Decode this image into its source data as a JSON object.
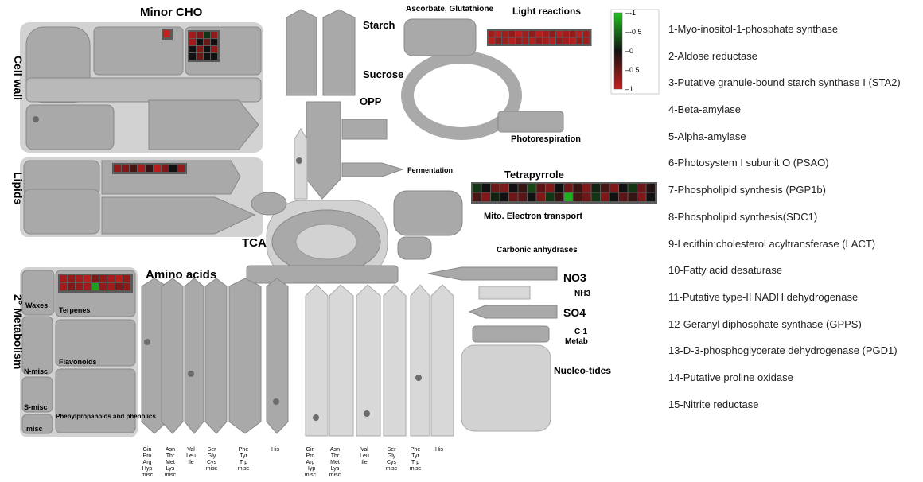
{
  "labels": {
    "minor_cho": "Minor CHO",
    "cell_wall": "Cell wall",
    "lipids": "Lipids",
    "secondary_metabolism": "2° Metabolism",
    "starch": "Starch",
    "sucrose": "Sucrose",
    "opp": "OPP",
    "ascorbate": "Ascorbate, Glutathione",
    "light_reactions": "Light reactions",
    "photorespiration": "Photorespiration",
    "tetrapyrrole": "Tetrapyrrole",
    "mito_electron_transport": "Mito. Electron transport",
    "fermentation": "Fermentation",
    "tca": "TCA",
    "carbonic_anhydrases": "Carbonic anhydrases",
    "amino_acids": "Amino acids",
    "waxes": "Waxes",
    "terpenes": "Terpenes",
    "flavonoids": "Flavonoids",
    "n_misc": "N-misc",
    "s_misc": "S-misc",
    "misc": "misc",
    "phenylpropanoids": "Phenylpropanoids and phenolics",
    "no3": "NO3",
    "nh3": "NH3",
    "so4": "SO4",
    "c1": "C-1",
    "metab": "Metab",
    "nucleotides": "Nucleo-tides"
  },
  "legend": {
    "ticks": [
      "-1",
      "-0.5",
      "0",
      "0.5",
      "1"
    ],
    "colors": {
      "low": "#1ec41e",
      "mid": "#111111",
      "high": "#c81e1e"
    }
  },
  "aa_columns": [
    "Gin Pro Arg Hyp misc",
    "Asn Thr Met Lys misc",
    "Val Leu Ile",
    "Ser Gly Cys misc",
    "Phe Tyr Trp misc",
    "His"
  ],
  "genes": [
    "1-Myo-inositol-1-phosphate synthase",
    "2-Aldose reductase",
    "3-Putative granule-bound starch synthase I (STA2)",
    "4-Beta-amylase",
    "5-Alpha-amylase",
    "6-Photosystem I subunit O (PSAO)",
    "7-Phospholipid synthesis (PGP1b)",
    "8-Phospholipid synthesis(SDC1)",
    "9-Lecithin:cholesterol acyltransferase (LACT)",
    "10-Fatty acid desaturase",
    "11-Putative type-II NADH dehydrogenase",
    "12-Geranyl diphosphate synthase (GPPS)",
    "13-D-3-phosphoglycerate dehydrogenase (PGD1)",
    "14-Putative proline oxidase",
    "15-Nitrite reductase"
  ],
  "heat_blocks": [
    {
      "name": "minor-cho-1",
      "cols": 1,
      "values": [
        1
      ]
    },
    {
      "name": "minor-cho-2",
      "cols": 4,
      "values": [
        0.8,
        0.6,
        -0.2,
        0.7,
        0.8,
        0.0,
        0.5,
        0.0,
        0.0,
        0.6,
        0.0,
        0.7,
        0.0,
        0.5,
        0.0,
        0.0
      ]
    },
    {
      "name": "lipids-block",
      "cols": 9,
      "values": [
        0.7,
        0.6,
        0.3,
        0.8,
        0.2,
        0.9,
        0.6,
        0.0,
        0.7
      ]
    },
    {
      "name": "terpenes",
      "cols": 9,
      "values": [
        0.8,
        0.7,
        0.8,
        0.9,
        0.6,
        0.7,
        0.8,
        0.9,
        0.7,
        0.8,
        0.6,
        0.7,
        0.8,
        -0.8,
        0.7,
        0.8,
        0.6,
        0.7
      ]
    },
    {
      "name": "light-reactions",
      "cols": 15,
      "values": [
        0.8,
        0.9,
        0.8,
        0.7,
        0.9,
        0.8,
        0.7,
        0.9,
        0.8,
        0.7,
        0.9,
        0.8,
        0.7,
        0.9,
        0.8,
        0.9,
        0.7,
        0.8,
        0.9,
        0.7,
        0.8,
        0.9,
        0.7,
        0.8,
        0.9,
        0.7,
        0.8,
        0.9,
        0.7,
        0.8
      ]
    },
    {
      "name": "tetrapyrrole",
      "cols": 20,
      "values": [
        -0.2,
        0.0,
        0.5,
        0.6,
        0.0,
        0.2,
        -0.3,
        0.4,
        0.6,
        0.0,
        0.5,
        0.2,
        0.6,
        -0.1,
        0.3,
        0.6,
        0.0,
        -0.2,
        0.5,
        0.1,
        0.3,
        0.6,
        -0.1,
        0.0,
        0.5,
        0.4,
        0.0,
        0.6,
        -0.2,
        0.2,
        -0.9,
        0.3,
        0.5,
        -0.2,
        0.6,
        0.0,
        0.4,
        0.2,
        0.6,
        0.0
      ]
    }
  ]
}
